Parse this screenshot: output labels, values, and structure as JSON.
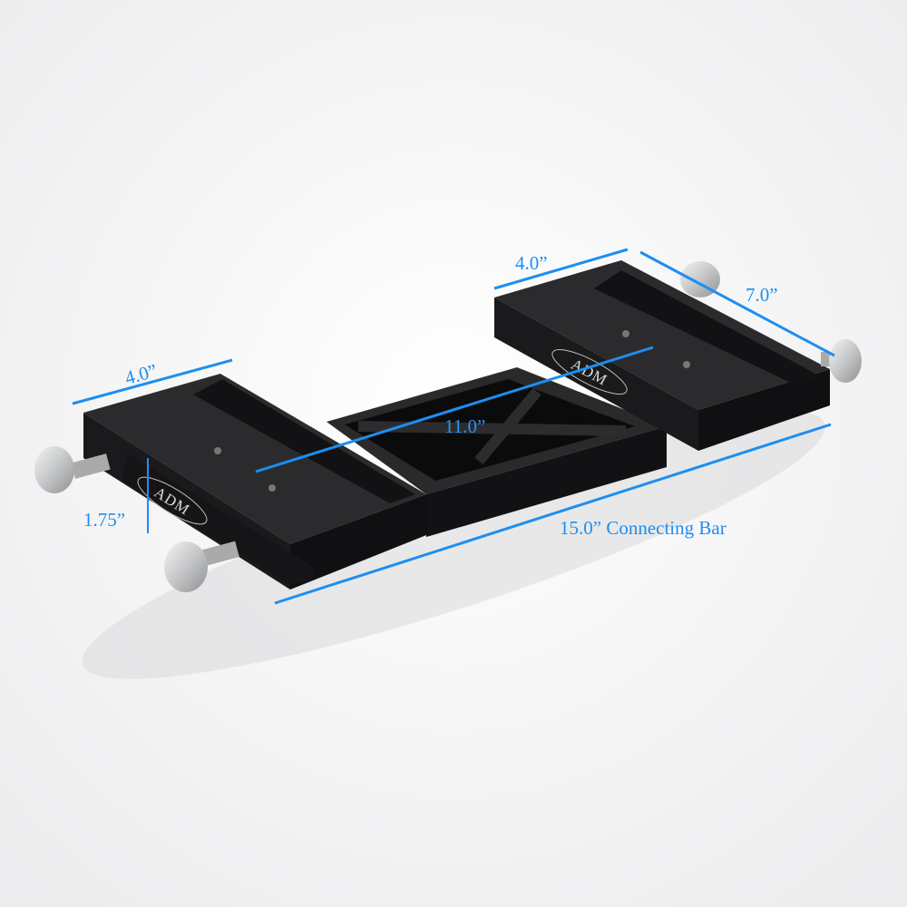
{
  "product": {
    "logo_text": "ADM",
    "body_color": "#1c1c1e",
    "knob_color": "#c9cbcd"
  },
  "annotations": {
    "color": "#1e8ef0",
    "left_saddle_width": "4.0”",
    "right_saddle_width": "4.0”",
    "saddle_length": "7.0”",
    "center_spacing": "11.0”",
    "bar_length": "15.0” Connecting Bar",
    "height": "1.75”"
  }
}
